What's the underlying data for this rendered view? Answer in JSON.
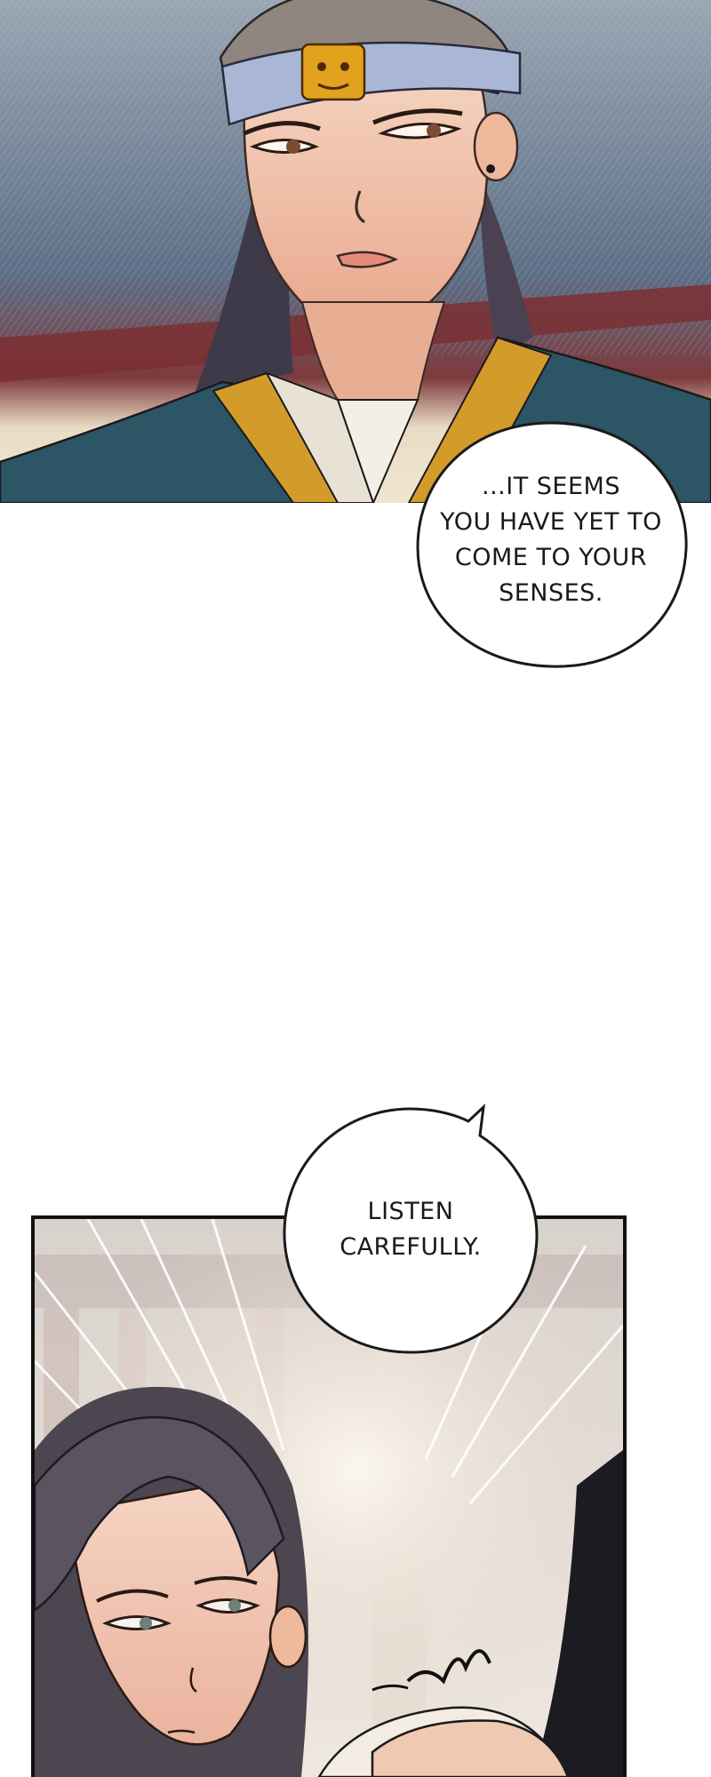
{
  "panels": [
    {
      "id": "panel-1",
      "art": "guard-with-headband"
    },
    {
      "id": "panel-2",
      "art": "long-haired-man-with-hand-on-shoulder"
    }
  ],
  "bubbles": {
    "first": {
      "text": "...IT SEEMS\nYOU HAVE YET TO\nCOME TO YOUR\nSENSES."
    },
    "second": {
      "text": "LISTEN\nCAREFULLY."
    }
  },
  "colors": {
    "headband": "#a9b6d6",
    "emblem": "#e2a21d",
    "robe": "#2c5566",
    "robe_trim": "#d39b2a",
    "skin": "#f1c4a9",
    "hair_dark": "#5a5360",
    "background_blue": "#5c6e86"
  }
}
